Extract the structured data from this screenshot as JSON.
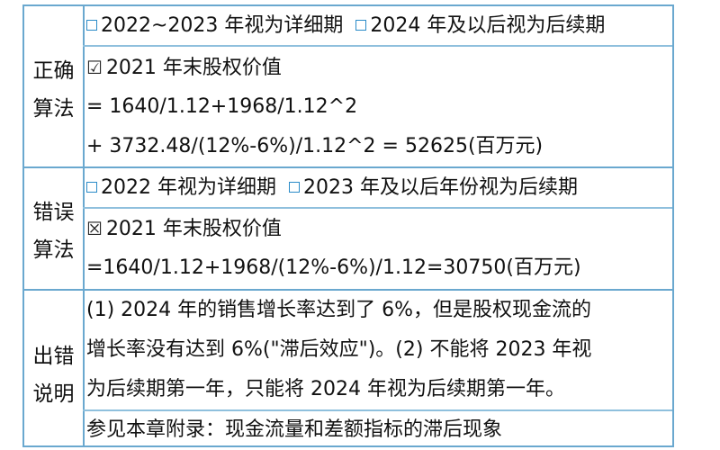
{
  "correct": {
    "label": [
      "正确",
      "算法"
    ],
    "detailed_period": "2022~2023 年视为详细期",
    "continuing_period": "2024 年及以后视为后续期",
    "check_mark": "☑",
    "value_title": "2021 年末股权价值",
    "formula_line1": "= 1640/1.12+1968/1.12^2",
    "formula_line2": "+ 3732.48/(12%-6%)/1.12^2 = 52625(百万元)"
  },
  "wrong": {
    "label": [
      "错误",
      "算法"
    ],
    "detailed_period": "2022 年视为详细期",
    "continuing_period": "2023 年及以后年份视为后续期",
    "cross_mark": "☒",
    "value_title": "2021 年末股权价值",
    "formula_line1": "=1640/1.12+1968/(12%-6%)/1.12=30750(百万元)"
  },
  "explanation": {
    "label": [
      "出错",
      "说明"
    ],
    "lines": [
      "(1) 2024 年的销售增长率达到了 6%，但是股权现金流的",
      "增长率没有达到 6%(\"滞后效应\")。(2) 不能将 2023 年视",
      "为后续期第一年，只能将 2024 年视为后续期第一年。"
    ],
    "reference": "参见本章附录：现金流量和差额指标的滞后现象"
  }
}
